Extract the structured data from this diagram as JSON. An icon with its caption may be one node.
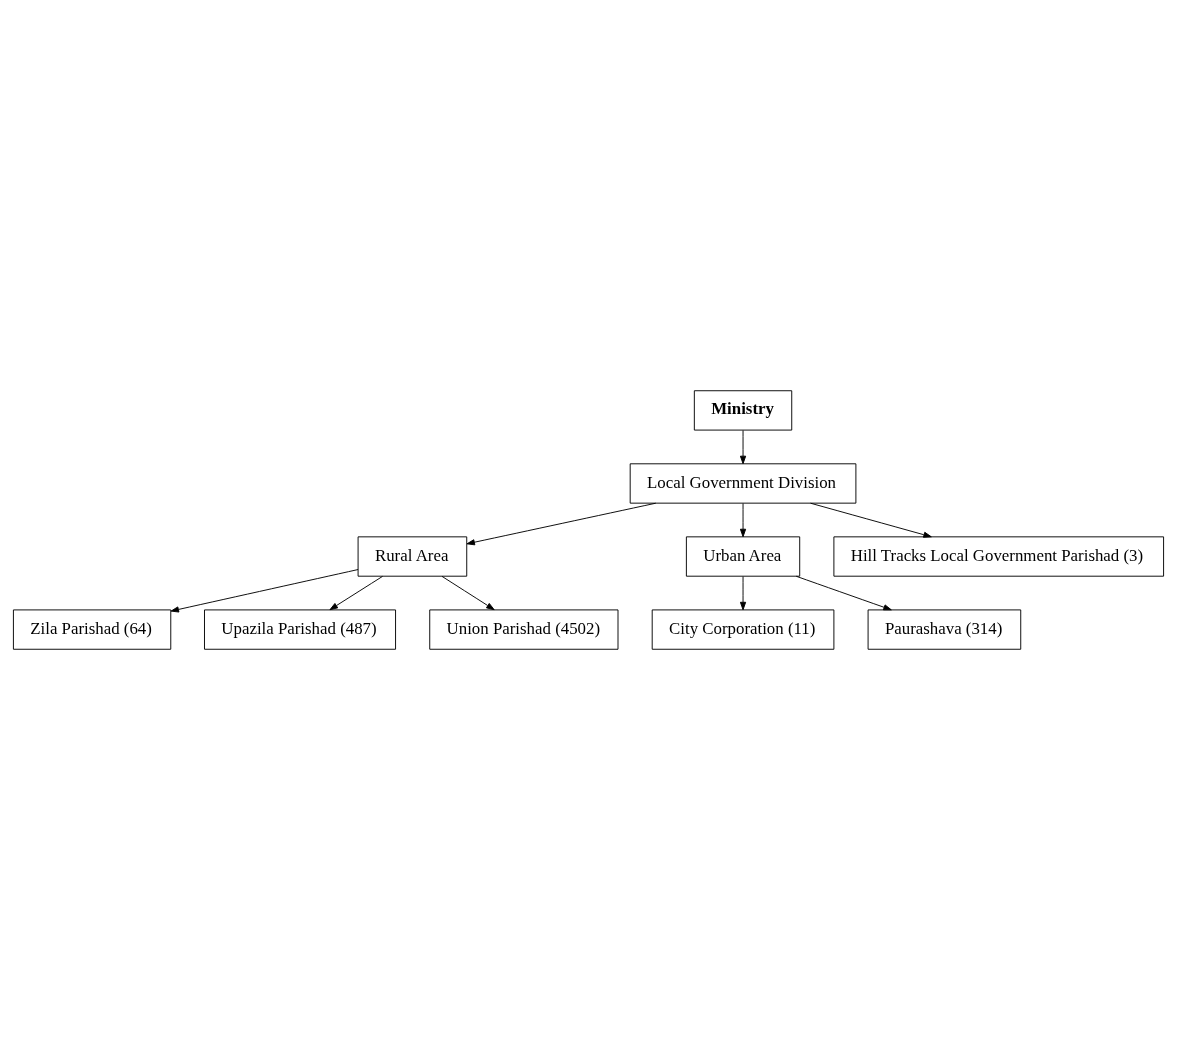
{
  "diagram": {
    "nodes": [
      {
        "text": [
          "Ministry"
        ]
      },
      {
        "text": [
          "Local Government Division"
        ]
      },
      {
        "text": [
          "Rural Area"
        ]
      },
      {
        "text": [
          "Urban Area"
        ]
      },
      {
        "text": [
          "Zila Parishad (64)"
        ]
      },
      {
        "text": [
          "Hill Tracks Local Government Parishad (3)"
        ]
      },
      {
        "text": [
          "City Corporation (11)"
        ]
      },
      {
        "text": [
          "Upazila Parishad (487)"
        ]
      },
      {
        "text": [
          "Paurashava (314)"
        ]
      },
      {
        "text": [
          "Union Parishad (4502)"
        ]
      }
    ],
    "edges": [
      {
        "from": 0,
        "to": 1,
        "arrow": "to"
      },
      {
        "from": 1,
        "to": 2,
        "arrow": "to"
      },
      {
        "from": 1,
        "to": 5,
        "arrow": "to"
      },
      {
        "from": 1,
        "to": 3,
        "arrow": "to"
      },
      {
        "from": 2,
        "to": 4,
        "arrow": "to"
      },
      {
        "from": 2,
        "to": 7,
        "arrow": "to"
      },
      {
        "from": 2,
        "to": 9,
        "arrow": "to"
      },
      {
        "from": 3,
        "to": 6,
        "arrow": "to"
      },
      {
        "from": 3,
        "to": 8,
        "arrow": "to"
      }
    ]
  }
}
